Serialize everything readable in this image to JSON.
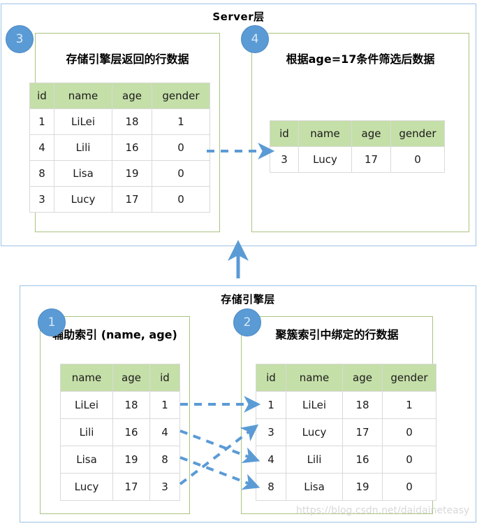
{
  "server_layer": {
    "title": "Server层",
    "panels": [
      {
        "badge": "3",
        "title": "存储引擎层返回的行数据",
        "table": {
          "columns": [
            "id",
            "name",
            "age",
            "gender"
          ],
          "rows": [
            [
              "1",
              "LiLei",
              "18",
              "1"
            ],
            [
              "4",
              "Lili",
              "16",
              "0"
            ],
            [
              "8",
              "Lisa",
              "19",
              "0"
            ],
            [
              "3",
              "Lucy",
              "17",
              "0"
            ]
          ]
        }
      },
      {
        "badge": "4",
        "title": "根据age=17条件筛选后数据",
        "table": {
          "columns": [
            "id",
            "name",
            "age",
            "gender"
          ],
          "rows": [
            [
              "3",
              "Lucy",
              "17",
              "0"
            ]
          ]
        }
      }
    ]
  },
  "engine_layer": {
    "title": "存储引擎层",
    "panels": [
      {
        "badge": "1",
        "title": "辅助索引 (name, age)",
        "table": {
          "columns": [
            "name",
            "age",
            "id"
          ],
          "rows": [
            [
              "LiLei",
              "18",
              "1"
            ],
            [
              "Lili",
              "16",
              "4"
            ],
            [
              "Lisa",
              "19",
              "8"
            ],
            [
              "Lucy",
              "17",
              "3"
            ]
          ]
        }
      },
      {
        "badge": "2",
        "title": "聚簇索引中绑定的行数据",
        "table": {
          "columns": [
            "id",
            "name",
            "age",
            "gender"
          ],
          "rows": [
            [
              "1",
              "LiLei",
              "18",
              "1"
            ],
            [
              "3",
              "Lucy",
              "17",
              "0"
            ],
            [
              "4",
              "Lili",
              "16",
              "0"
            ],
            [
              "8",
              "Lisa",
              "19",
              "0"
            ]
          ]
        }
      }
    ]
  },
  "connectors": {
    "engine_to_server": "up-arrow",
    "server_filter_arrow": "dashed-right-arrow",
    "index_lookup_arrows": [
      {
        "from": "LiLei",
        "to": "1"
      },
      {
        "from": "Lili",
        "to": "4"
      },
      {
        "from": "Lisa",
        "to": "8"
      },
      {
        "from": "Lucy",
        "to": "3"
      }
    ]
  },
  "colors": {
    "layer_border": "#9dc3e6",
    "panel_border": "#a9c47f",
    "table_header": "#c5dfa8",
    "badge": "#5b9bd5",
    "arrow": "#5b9bd5",
    "watermark": "#d8d8d8"
  },
  "watermark": "https://blog.csdn.net/daidaineteasy"
}
